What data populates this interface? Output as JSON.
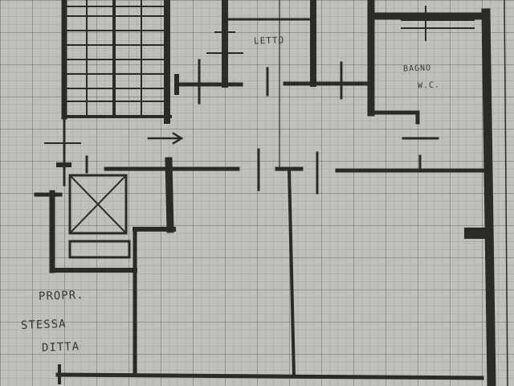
{
  "rooms": {
    "letto": "LETTO",
    "bagno": "BAGNO",
    "wc": "W.C.",
    "propr": "PROPR.",
    "stessa": "STESSA",
    "ditta": "DITTA"
  },
  "colors": {
    "paper": "#bdbdb8",
    "ink": "#2e2e2c",
    "grid": "#5f5f5a"
  }
}
